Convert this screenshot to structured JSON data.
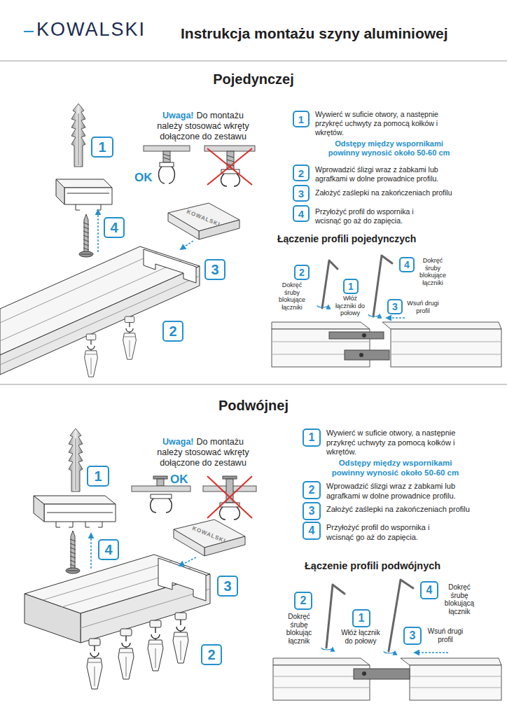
{
  "diagram": {
    "title": "Instrukcja montażu szyny aluminiowej",
    "nodes": [
      {
        "text": [
          "1"
        ]
      },
      {
        "text": [
          "4"
        ]
      },
      {
        "text": [
          "3"
        ]
      },
      {
        "text": [
          "2"
        ]
      },
      {
        "text": [
          "1"
        ]
      },
      {
        "text": [
          "2"
        ]
      },
      {
        "text": [
          "3"
        ]
      },
      {
        "text": [
          "4"
        ]
      },
      {
        "text": [
          "2"
        ]
      },
      {
        "text": [
          "1"
        ]
      },
      {
        "text": [
          "4"
        ]
      },
      {
        "text": [
          "3"
        ]
      },
      {
        "text": [
          "1"
        ]
      },
      {
        "text": [
          "4"
        ]
      },
      {
        "text": [
          "3"
        ]
      },
      {
        "text": [
          "2"
        ]
      },
      {
        "text": [
          "1"
        ]
      },
      {
        "text": [
          "2"
        ]
      },
      {
        "text": [
          "3"
        ]
      },
      {
        "text": [
          "4"
        ]
      },
      {
        "text": [
          "2"
        ]
      },
      {
        "text": [
          "1"
        ]
      },
      {
        "text": [
          "4"
        ]
      },
      {
        "text": [
          "3"
        ]
      }
    ],
    "labels": [
      "KOWALSKI",
      "Pojedynczej",
      "Uwaga!",
      "Do montażu należy stosować wkręty dołączone do zestawu",
      "OK",
      "KOWALSKI",
      "Wywierć w suficie otwory, a następnie przykręć uchwyty za pomocą kołków i wkrętów.",
      "Odstępy między wspornikami powinny wynosić około 50-60 cm",
      "Wprowadzić ślizgi wraz z żabkami lub agrafkami w dolne prowadnice profilu.",
      "Założyć zaślepki na zakończeniach profilu",
      "Przyłożyć profil do wspornika i wcisnąć go aż do zapięcia.",
      "Łączenie profili pojedynczych",
      "Dokręć śruby blokujące łączniki",
      "Włóż łączniki do połowy",
      "Dokręć śruby blokujące łączniki",
      "Wsuń drugi profil",
      "Podwójnej",
      "Uwaga!",
      "Do montażu należy stosować wkręty dołączone do zestawu",
      "OK",
      "KOWALSKI",
      "Wywierć w suficie otwory, a następnie przykręć uchwyty za pomocą kołków i wkrętów.",
      "Odstępy między wspornikami powinny wynosić około 50-60 cm",
      "Wprowadzić ślizgi wraz z żabkami lub agrafkami w dolne prowadnice profilu.",
      "Założyć zaślepki na zakończeniach profilu",
      "Przyłożyć profil do wspornika i wcisnąć go aż do zapięcia.",
      "Łączenie profili podwójnych",
      "Dokręć śrubę blokując łącznik",
      "Włóż łącznik do połowy",
      "Dokręć śrubę blokującą łącznik",
      "Wsuń drugi profil"
    ]
  }
}
